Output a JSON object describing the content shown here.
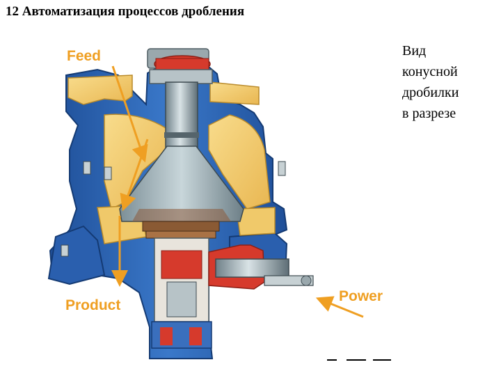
{
  "slide": {
    "title": "12 Автоматизация процессов дробления"
  },
  "caption": {
    "lines": [
      "Вид",
      "конусной",
      "дробилки",
      "в разрезе"
    ]
  },
  "diagram": {
    "labels": {
      "feed": "Feed",
      "product": "Product",
      "power": "Power"
    },
    "colors": {
      "frame_blue": "#2c62b0",
      "liner_yellow": "#f3cf74",
      "shaft_gray": "#a9b6bb",
      "red_parts": "#d63a2c",
      "arrow_orange": "#ef9f22"
    }
  }
}
